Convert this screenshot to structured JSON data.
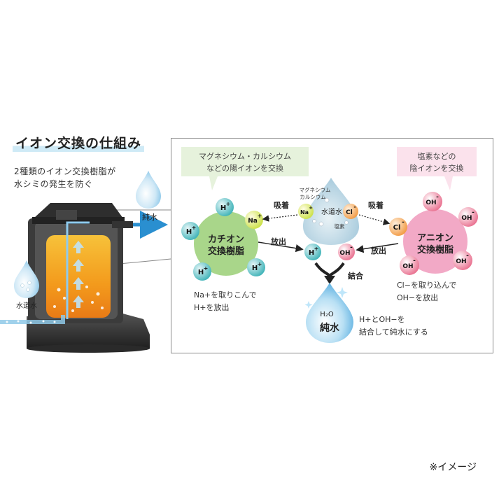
{
  "title": "イオン交換の仕組み",
  "subtitle_lines": [
    "2種類のイオン交換樹脂が",
    "水シミの発生を防ぐ"
  ],
  "device": {
    "outlet_label": "純水",
    "inlet_label": "水道水"
  },
  "diagram": {
    "left_callout": [
      "マグネシウム・カルシウム",
      "などの陽イオンを交換"
    ],
    "right_callout": [
      "塩素などの",
      "陰イオンを交換"
    ],
    "cation_resin": [
      "カチオン",
      "交換樹脂"
    ],
    "anion_resin": [
      "アニオン",
      "交換樹脂"
    ],
    "tap_water_drop": {
      "label_top": [
        "マグネシウム",
        "カルシウム"
      ],
      "center": "水道水",
      "chlorine_label": "塩素"
    },
    "ions": {
      "h": "H",
      "oh": "OH",
      "na": "Na",
      "cl": "Cl",
      "plus": "+",
      "minus": "-"
    },
    "adsorb_left": "吸着",
    "adsorb_right": "吸着",
    "release_left": "放出",
    "release_right": "放出",
    "combine": "結合",
    "pure_water": "純水",
    "h2o": "H₂O",
    "cation_desc": [
      "Na+を取りこんで",
      "H+を放出"
    ],
    "anion_desc": [
      "Cl−を取り込んで",
      "OH−を放出"
    ],
    "combine_desc": [
      "H+とOH−を",
      "結合して純水にする"
    ]
  },
  "footnote": "※イメージ",
  "colors": {
    "cation_green": "#a9d68a",
    "anion_pink": "#f2a9c6",
    "left_callout_bg": "#e6f2dc",
    "right_callout_bg": "#fbe2ec",
    "water_blue": "#3a9fd6",
    "resin_orange": "#f39a1c"
  }
}
